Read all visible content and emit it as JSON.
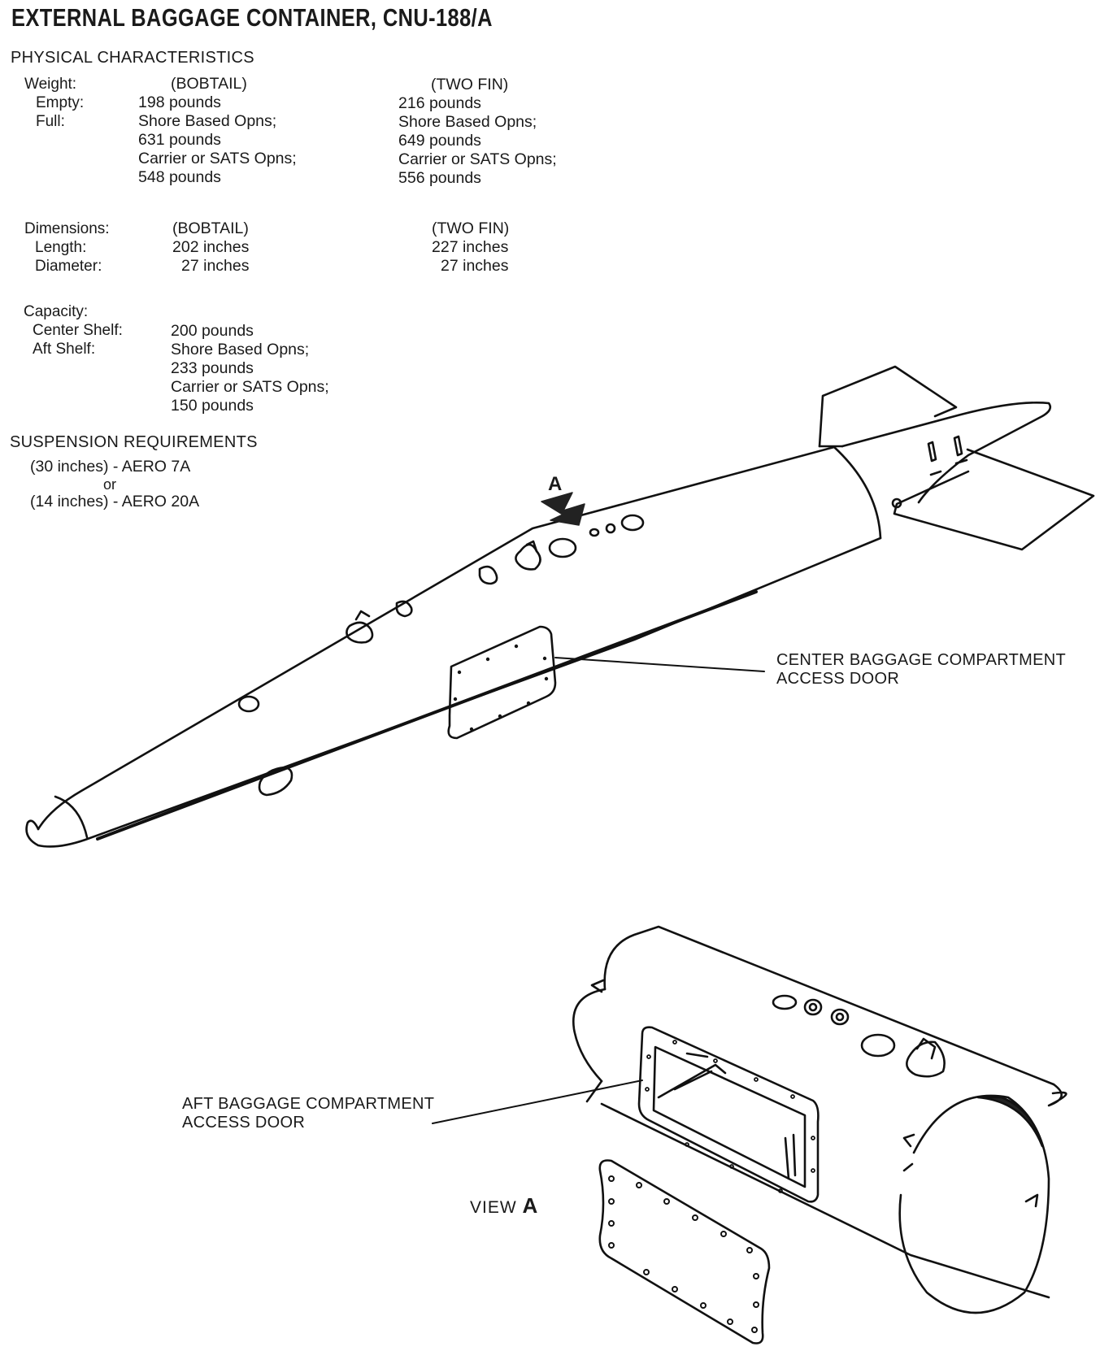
{
  "title": "EXTERNAL BAGGAGE CONTAINER, CNU-188/A",
  "physical": {
    "heading": "PHYSICAL CHARACTERISTICS",
    "weight": {
      "labels": [
        "Weight:",
        "Empty:",
        "Full:"
      ],
      "bobtail": [
        "(BOBTAIL)",
        "198 pounds",
        "Shore Based Opns;",
        "631 pounds",
        "Carrier or SATS Opns;",
        "548 pounds"
      ],
      "twofin": [
        "(TWO FIN)",
        "216 pounds",
        "Shore Based Opns;",
        "649 pounds",
        "Carrier or SATS Opns;",
        "556 pounds"
      ]
    },
    "dimensions": {
      "labels": [
        "Dimensions:",
        "Length:",
        "Diameter:"
      ],
      "bobtail": [
        "(BOBTAIL)",
        "202 inches",
        "27 inches"
      ],
      "twofin": [
        "(TWO FIN)",
        "227 inches",
        "27 inches"
      ]
    },
    "capacity": {
      "labels": [
        "Capacity:",
        "Center Shelf:",
        "Aft  Shelf:"
      ],
      "values": [
        "200 pounds",
        "Shore Based Opns;",
        "233 pounds",
        "Carrier or SATS Opns;",
        "150 pounds"
      ]
    }
  },
  "suspension": {
    "heading": "SUSPENSION REQUIREMENTS",
    "lines": [
      "(30 inches) - AERO 7A",
      "or",
      "(14 inches) - AERO 20A"
    ]
  },
  "callouts": {
    "arrow_letter": "A",
    "center_door": [
      "CENTER BAGGAGE COMPARTMENT",
      "ACCESS DOOR"
    ],
    "aft_door": [
      "AFT BAGGAGE COMPARTMENT",
      "ACCESS DOOR"
    ],
    "view_prefix": "VIEW",
    "view_letter": "A"
  }
}
